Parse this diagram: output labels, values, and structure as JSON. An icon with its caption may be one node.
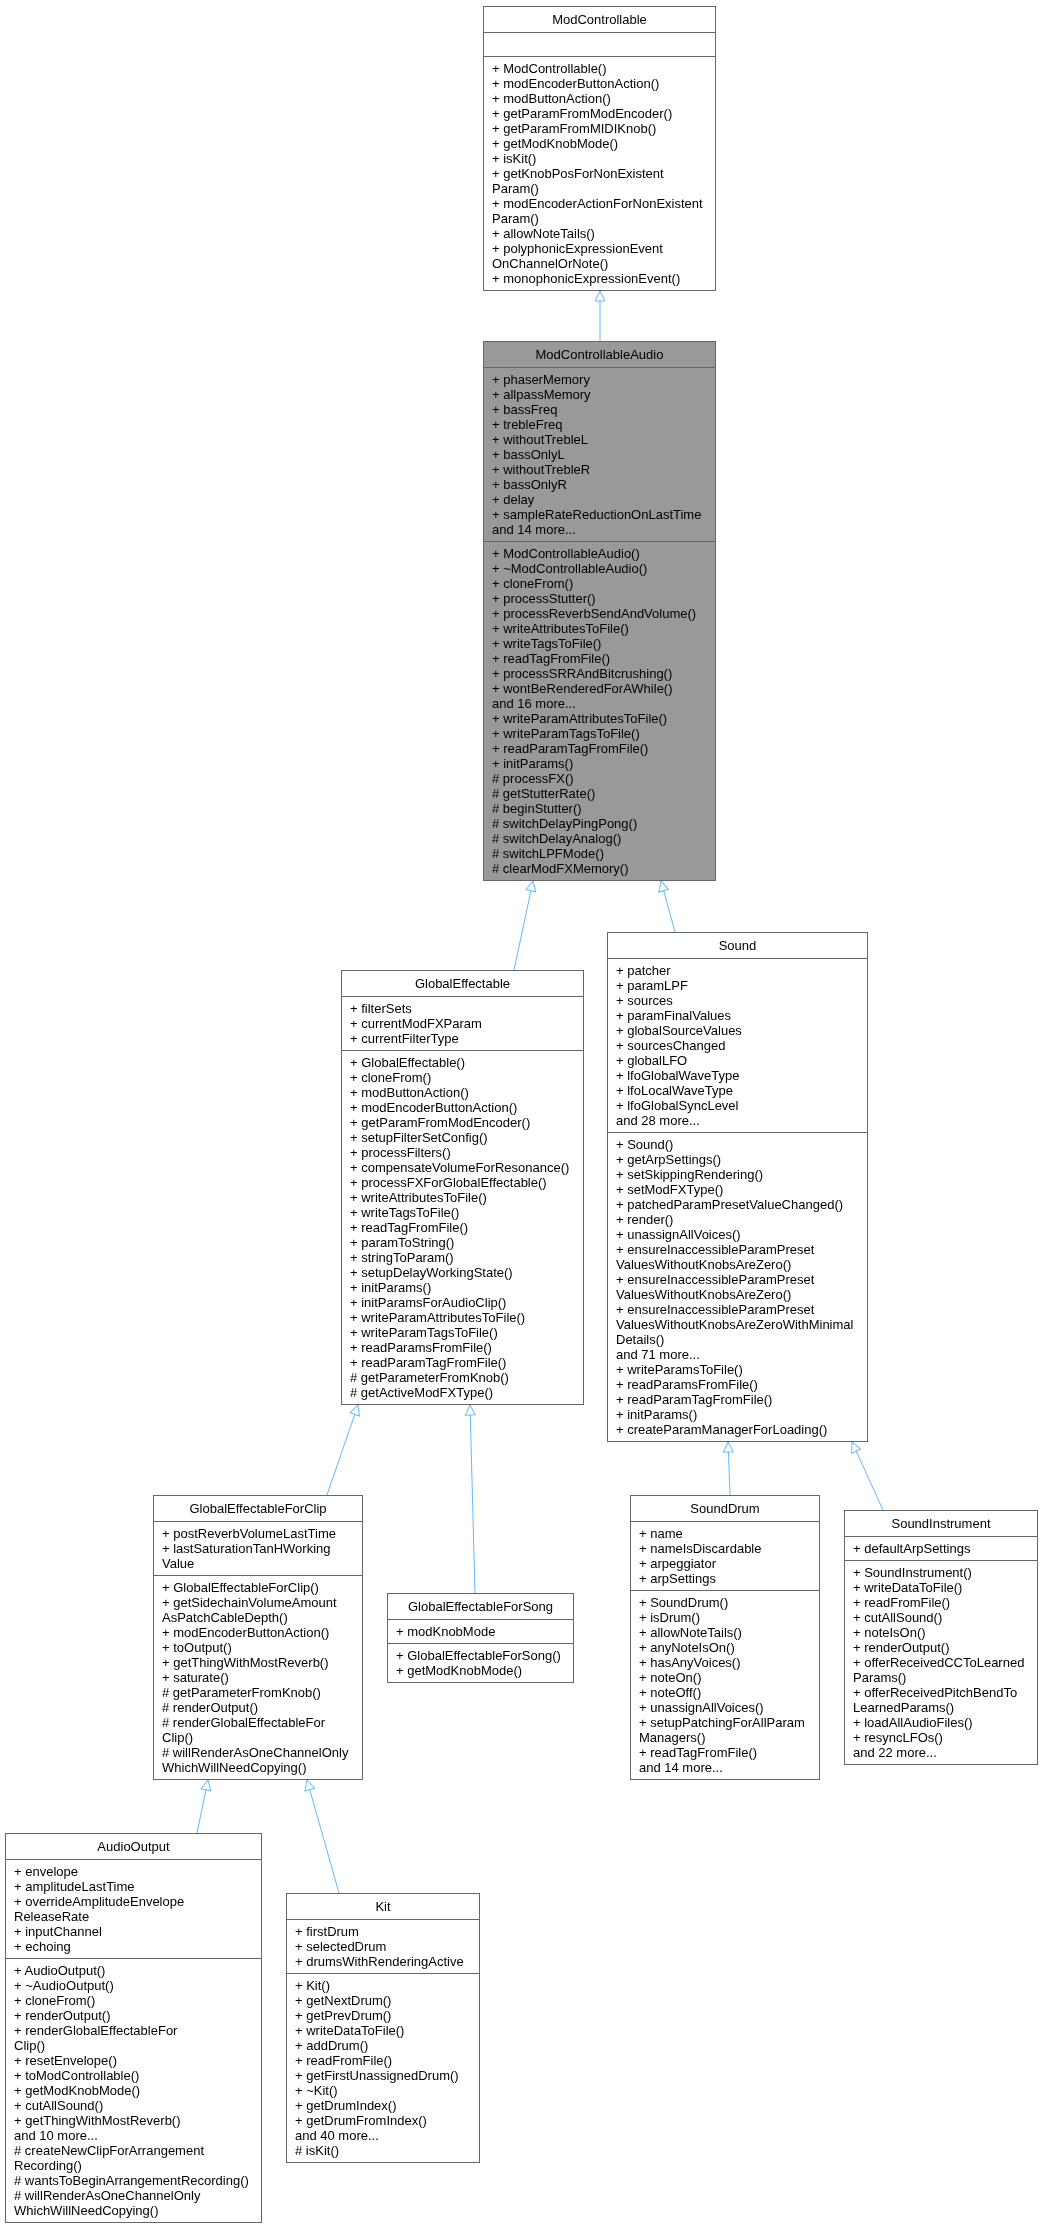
{
  "diagram": {
    "nodes": [
      {
        "text": [
          "ModControllable"
        ]
      },
      {
        "text": [],
        "shape": "box",
        "in": 0
      },
      {
        "text": [
          "+ ModControllable()",
          "+ modEncoderButtonAction()",
          "+ modButtonAction()",
          "+ getParamFromModEncoder()",
          "+ getParamFromMIDIKnob()",
          "+ getModKnobMode()",
          "+ isKit()",
          "+ getKnobPosForNonExistent Param()",
          "+ modEncoderActionForNonExistent Param()",
          "+ allowNoteTails()",
          "+ polyphonicExpressionEvent OnChannelOrNote()",
          "+ monophonicExpressionEvent()"
        ],
        "in": 0
      },
      {
        "text": [
          "ModControllableAudio"
        ]
      },
      {
        "text": [
          "+ phaserMemory",
          "+ allpassMemory",
          "+ bassFreq",
          "+ trebleFreq",
          "+ withoutTrebleL",
          "+ bassOnlyL",
          "+ withoutTrebleR",
          "+ bassOnlyR",
          "+ delay",
          "+ sampleRateReductionOnLastTime",
          "and 14 more..."
        ],
        "in": 3
      },
      {
        "text": [
          "+ ModControllableAudio()",
          "+ ~ModControllableAudio()",
          "+ cloneFrom()",
          "+ processStutter()",
          "+ processReverbSendAndVolume()",
          "+ writeAttributesToFile()",
          "+ writeTagsToFile()",
          "+ readTagFromFile()",
          "+ processSRRAndBitcrushing()",
          "+ wontBeRenderedForAWhile()",
          "and 16 more...",
          "+ writeParamAttributesToFile()",
          "+ writeParamTagsToFile()",
          "+ readParamTagFromFile()",
          "+ initParams()",
          "# processFX()",
          "# getStutterRate()",
          "# beginStutter()",
          "# switchDelayPingPong()",
          "# switchDelayAnalog()",
          "# switchLPFMode()",
          "# clearModFXMemory()"
        ],
        "in": 3
      },
      {
        "text": [
          "GlobalEffectable"
        ]
      },
      {
        "text": [
          "+ filterSets",
          "+ currentModFXParam",
          "+ currentFilterType"
        ],
        "in": 6
      },
      {
        "text": [
          "+ GlobalEffectable()",
          "+ cloneFrom()",
          "+ modButtonAction()",
          "+ modEncoderButtonAction()",
          "+ getParamFromModEncoder()",
          "+ setupFilterSetConfig()",
          "+ processFilters()",
          "+ compensateVolumeForResonance()",
          "+ processFXForGlobalEffectable()",
          "+ writeAttributesToFile()",
          "+ writeTagsToFile()",
          "+ readTagFromFile()",
          "+ paramToString()",
          "+ stringToParam()",
          "+ setupDelayWorkingState()",
          "+ initParams()",
          "+ initParamsForAudioClip()",
          "+ writeParamAttributesToFile()",
          "+ writeParamTagsToFile()",
          "+ readParamsFromFile()",
          "+ readParamTagFromFile()",
          "# getParameterFromKnob()",
          "# getActiveModFXType()"
        ],
        "in": 6
      },
      {
        "text": [
          "Sound"
        ]
      },
      {
        "text": [
          "+ patcher",
          "+ paramLPF",
          "+ sources",
          "+ paramFinalValues",
          "+ globalSourceValues",
          "+ sourcesChanged",
          "+ globalLFO",
          "+ lfoGlobalWaveType",
          "+ lfoLocalWaveType",
          "+ lfoGlobalSyncLevel",
          "and 28 more..."
        ],
        "in": 9
      },
      {
        "text": [
          "+ Sound()",
          "+ getArpSettings()",
          "+ setSkippingRendering()",
          "+ setModFXType()",
          "+ patchedParamPresetValueChanged()",
          "+ render()",
          "+ unassignAllVoices()",
          "+ ensureInaccessibleParamPreset ValuesWithoutKnobsAreZero()",
          "+ ensureInaccessibleParamPreset ValuesWithoutKnobsAreZero()",
          "+ ensureInaccessibleParamPreset ValuesWithoutKnobsAreZeroWithMinimal Details()",
          "and 71 more...",
          "+ writeParamsToFile()",
          "+ readParamsFromFile()",
          "+ readParamTagFromFile()",
          "+ initParams()",
          "+ createParamManagerForLoading()"
        ],
        "in": 9
      },
      {
        "text": [
          "GlobalEffectableForClip"
        ]
      },
      {
        "text": [
          "+ postReverbVolumeLastTime",
          "+ lastSaturationTanHWorking Value"
        ],
        "in": 12
      },
      {
        "text": [
          "+ GlobalEffectableForClip()",
          "+ getSidechainVolumeAmount AsPatchCableDepth()",
          "+ modEncoderButtonAction()",
          "+ toOutput()",
          "+ getThingWithMostReverb()",
          "+ saturate()",
          "# getParameterFromKnob()",
          "# renderOutput()",
          "# renderGlobalEffectableFor Clip()",
          "# willRenderAsOneChannelOnly WhichWillNeedCopying()"
        ],
        "in": 12
      },
      {
        "text": [
          "GlobalEffectableForSong"
        ]
      },
      {
        "text": [
          "+ modKnobMode"
        ],
        "in": 15
      },
      {
        "text": [
          "+ GlobalEffectableForSong()",
          "+ getModKnobMode()"
        ],
        "in": 15
      },
      {
        "text": [
          "SoundDrum"
        ]
      },
      {
        "text": [
          "+ name",
          "+ nameIsDiscardable",
          "+ arpeggiator",
          "+ arpSettings"
        ],
        "in": 18
      },
      {
        "text": [
          "+ SoundDrum()",
          "+ isDrum()",
          "+ allowNoteTails()",
          "+ anyNoteIsOn()",
          "+ hasAnyVoices()",
          "+ noteOn()",
          "+ noteOff()",
          "+ unassignAllVoices()",
          "+ setupPatchingForAllParam Managers()",
          "+ readTagFromFile()",
          "and 14 more..."
        ],
        "in": 18
      },
      {
        "text": [
          "SoundInstrument"
        ]
      },
      {
        "text": [
          "+ defaultArpSettings"
        ],
        "in": 21
      },
      {
        "text": [
          "+ SoundInstrument()",
          "+ writeDataToFile()",
          "+ readFromFile()",
          "+ cutAllSound()",
          "+ noteIsOn()",
          "+ renderOutput()",
          "+ offerReceivedCCToLearned Params()",
          "+ offerReceivedPitchBendTo LearnedParams()",
          "+ loadAllAudioFiles()",
          "+ resyncLFOs()",
          "and 22 more..."
        ],
        "in": 21
      },
      {
        "text": [
          "AudioOutput"
        ]
      },
      {
        "text": [
          "+ envelope",
          "+ amplitudeLastTime",
          "+ overrideAmplitudeEnvelope ReleaseRate",
          "+ inputChannel",
          "+ echoing"
        ],
        "in": 24
      },
      {
        "text": [
          "+ AudioOutput()",
          "+ ~AudioOutput()",
          "+ cloneFrom()",
          "+ renderOutput()",
          "+ renderGlobalEffectableFor Clip()",
          "+ resetEnvelope()",
          "+ toModControllable()",
          "+ getModKnobMode()",
          "+ cutAllSound()",
          "+ getThingWithMostReverb()",
          "and 10 more...",
          "# createNewClipForArrangement Recording()",
          "# wantsToBeginArrangementRecording()",
          "# willRenderAsOneChannelOnly WhichWillNeedCopying()"
        ],
        "in": 24
      },
      {
        "text": [
          "Kit"
        ]
      },
      {
        "text": [
          "+ firstDrum",
          "+ selectedDrum",
          "+ drumsWithRenderingActive"
        ],
        "in": 27
      },
      {
        "text": [
          "+ Kit()",
          "+ getNextDrum()",
          "+ getPrevDrum()",
          "+ writeDataToFile()",
          "+ addDrum()",
          "+ readFromFile()",
          "+ getFirstUnassignedDrum()",
          "+ ~Kit()",
          "+ getDrumIndex()",
          "+ getDrumFromIndex()",
          "and 40 more...",
          "# isKit()"
        ],
        "in": 27
      }
    ],
    "edges": [
      {
        "from": 3,
        "to": 0,
        "arrow": "to"
      },
      {
        "from": 6,
        "to": 3,
        "arrow": "to"
      },
      {
        "from": 9,
        "to": 3,
        "arrow": "to"
      },
      {
        "from": 12,
        "to": 6,
        "arrow": "to"
      },
      {
        "from": 15,
        "to": 6,
        "arrow": "to"
      },
      {
        "from": 18,
        "to": 9,
        "arrow": "to"
      },
      {
        "from": 21,
        "to": 9,
        "arrow": "to"
      },
      {
        "from": 24,
        "to": 12,
        "arrow": "to"
      },
      {
        "from": 27,
        "to": 12,
        "arrow": "to"
      }
    ]
  }
}
